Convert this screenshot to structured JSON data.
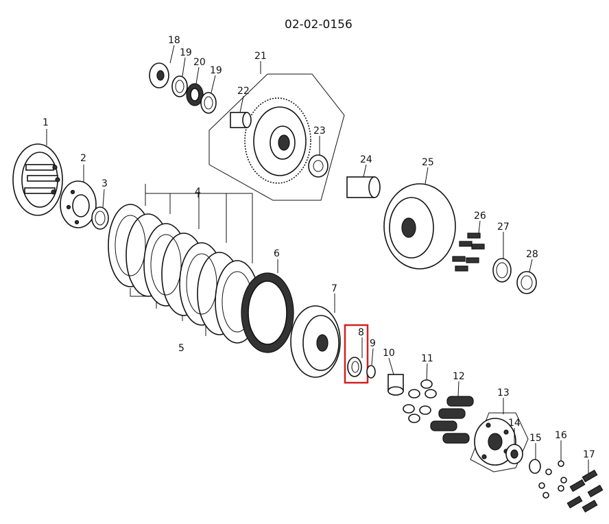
{
  "diagram_code": "02-02-0156",
  "highlight_color": "#d42020",
  "highlighted_part": "8",
  "part_labels": {
    "p1": "1",
    "p2": "2",
    "p3": "3",
    "p4": "4",
    "p5": "5",
    "p6": "6",
    "p7": "7",
    "p8": "8",
    "p9": "9",
    "p10": "10",
    "p11": "11",
    "p12": "12",
    "p13": "13",
    "p14": "14",
    "p15": "15",
    "p16": "16",
    "p17": "17",
    "p18": "18",
    "p19a": "19",
    "p19b": "19",
    "p20": "20",
    "p21": "21",
    "p22": "22",
    "p23": "23",
    "p24": "24",
    "p25": "25",
    "p26": "26",
    "p27": "27",
    "p28": "28"
  }
}
